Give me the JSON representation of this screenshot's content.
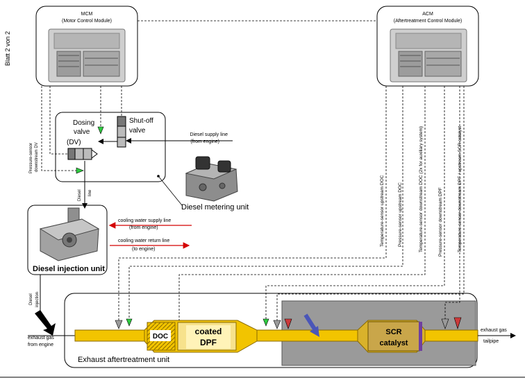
{
  "sheet_label": "Blatt 2 von 2",
  "mcm": {
    "title": "MCM",
    "subtitle": "(Motor Control Module)"
  },
  "acm": {
    "title": "ACM",
    "subtitle": "(Aftertreatment Control Module)"
  },
  "dosing_valve": {
    "line1": "Dosing",
    "line2": "valve",
    "line3": "(DV)"
  },
  "shutoff_valve": {
    "line1": "Shut-off",
    "line2": "valve"
  },
  "diesel_supply": {
    "line1": "Diesel supply line",
    "line2": "(from engine)"
  },
  "pressure_sensor_dv": {
    "line1": "Pressure-sensor",
    "line2": "downstream DV"
  },
  "diesel_line": {
    "line1": "Diesel",
    "line2": "line"
  },
  "metering_unit_label": "Diesel metering unit",
  "injection_unit_label": "Diesel injection unit",
  "cooling_supply": {
    "line1": "cooling water supply line",
    "line2": "(from engine)"
  },
  "cooling_return": {
    "line1": "cooling water return line",
    "line2": "(to engine)"
  },
  "diesel_injection": {
    "line1": "Diesel",
    "line2": "injection"
  },
  "exhaust_in": {
    "line1": "exhaust gas",
    "line2": "from engine"
  },
  "exhaust_out": {
    "line1": "exhaust gas",
    "line2": "tailpipe"
  },
  "aftertreatment_label": "Exhaust aftertreatment unit",
  "doc_label": "DOC",
  "dpf": {
    "line1": "coated",
    "line2": "DPF"
  },
  "scr": {
    "line1": "SCR",
    "line2": "catalyst"
  },
  "sensors": [
    "Temperature-sensor upstream DOC",
    "Pressure-sensor upstream DOC",
    "Temperature-sensor downstream DOC (2x for auxiliary system)",
    "Pressure-sensor downstream DPF",
    "Temperature-sensor downstream DPF / upstream SCR catalyst"
  ],
  "colors": {
    "pipe": "#f2c400",
    "pipe_dark": "#c89a00",
    "scr_panel": "#9a9a9a",
    "sensor_green": "#2ecc40",
    "sensor_red": "#cc3a3a",
    "cooling_red": "#d40000",
    "flow_arrow": "#4a56b8"
  }
}
